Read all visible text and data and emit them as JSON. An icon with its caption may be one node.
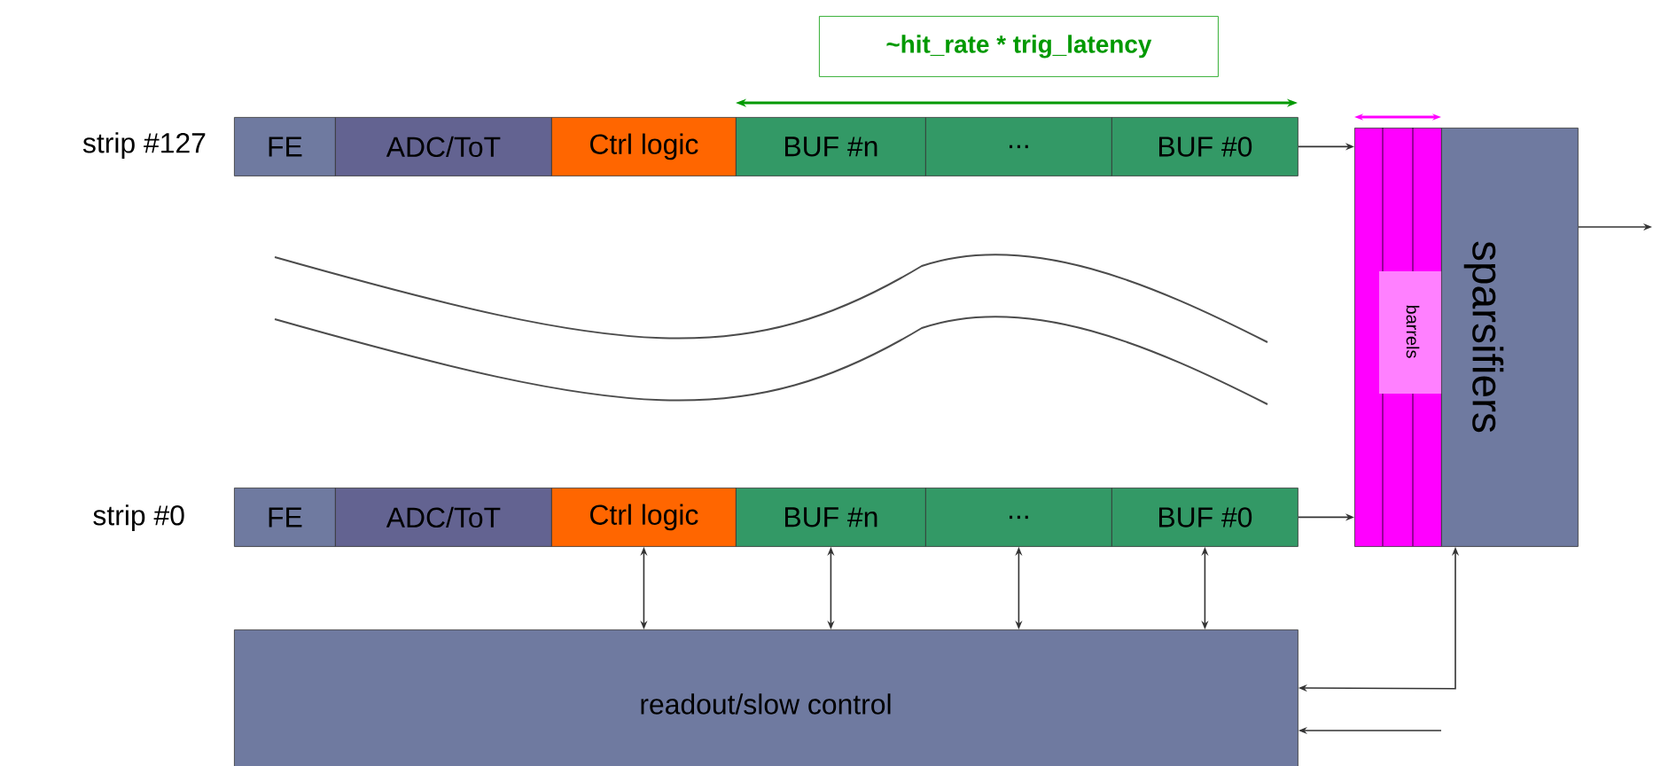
{
  "diagram": {
    "nodes": [
      {
        "text": [
          "~hit_rate * trig_latency"
        ]
      },
      {
        "text": [
          "FE"
        ]
      },
      {
        "text": [
          "ADC/ToT"
        ]
      },
      {
        "text": [
          "Ctrl logic"
        ]
      },
      {
        "text": [
          "BUF #n"
        ]
      },
      {
        "text": [
          "..."
        ]
      },
      {
        "text": [
          "BUF #0"
        ]
      },
      {
        "text": [
          "FE"
        ]
      },
      {
        "text": [
          "ADC/ToT"
        ]
      },
      {
        "text": [
          "Ctrl logic"
        ]
      },
      {
        "text": [
          "BUF #n"
        ]
      },
      {
        "text": [
          "..."
        ]
      },
      {
        "text": [
          "BUF #0"
        ]
      },
      {
        "text": [
          "barrels"
        ]
      },
      {
        "text": [
          "sparsifiers"
        ]
      },
      {
        "text": [
          "readout/slow control"
        ]
      }
    ],
    "edges": [
      {
        "from": 6,
        "to": 13,
        "arrow": "to"
      },
      {
        "from": 12,
        "to": 13,
        "arrow": "to"
      },
      {
        "from": 14,
        "to": null,
        "arrow": "to"
      },
      {
        "from": 9,
        "to": 15,
        "arrow": "both"
      },
      {
        "from": 10,
        "to": 15,
        "arrow": "both"
      },
      {
        "from": 11,
        "to": 15,
        "arrow": "both"
      },
      {
        "from": 12,
        "to": 15,
        "arrow": "both"
      },
      {
        "from": 14,
        "to": 15,
        "arrow": "both"
      },
      {
        "from": null,
        "to": 15,
        "arrow": "to"
      }
    ],
    "labels": [
      "strip #127",
      "strip #0"
    ]
  }
}
